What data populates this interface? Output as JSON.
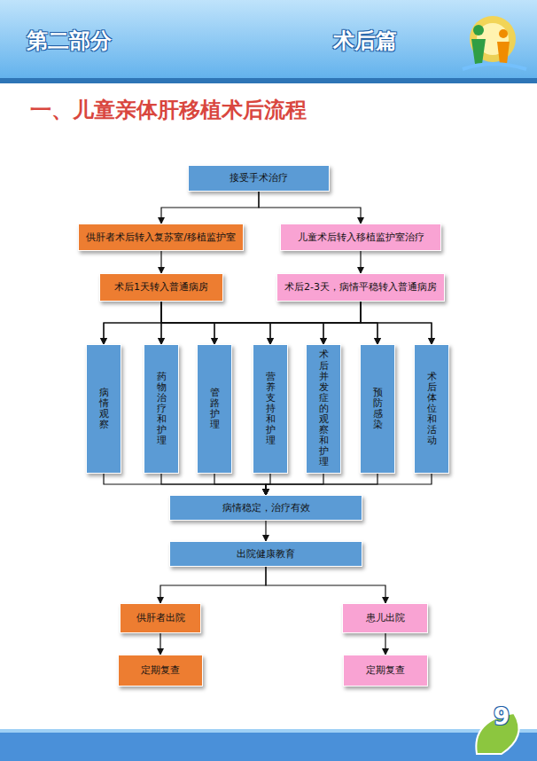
{
  "diagram": {
    "title": "一、儿童亲体肝移植术后流程",
    "nodes": [
      {
        "text": [
          "接受手术治疗"
        ]
      },
      {
        "text": [
          "供肝者术后转入复苏室/移植监护室"
        ]
      },
      {
        "text": [
          "儿童术后转入移植监护室治疗"
        ]
      },
      {
        "text": [
          "术后1天转入普通病房"
        ]
      },
      {
        "text": [
          "术后2-3天，病情平稳转入普通病房"
        ]
      },
      {
        "text": [
          "病情观察"
        ]
      },
      {
        "text": [
          "药物治疗和护理"
        ]
      },
      {
        "text": [
          "管路护理"
        ]
      },
      {
        "text": [
          "营养支持和护理"
        ]
      },
      {
        "text": [
          "术后并发症的观察和护理"
        ]
      },
      {
        "text": [
          "预防感染"
        ]
      },
      {
        "text": [
          "术后体位和活动"
        ]
      },
      {
        "text": [
          "病情稳定，治疗有效"
        ]
      },
      {
        "text": [
          "出院健康教育"
        ]
      },
      {
        "text": [
          "供肝者出院"
        ]
      },
      {
        "text": [
          "患儿出院"
        ]
      },
      {
        "text": [
          "定期复查"
        ]
      },
      {
        "text": [
          "定期复查"
        ]
      }
    ],
    "edges": [
      {
        "from": 0,
        "to": 1,
        "arrow": "to"
      },
      {
        "from": 0,
        "to": 2,
        "arrow": "to"
      },
      {
        "from": 1,
        "to": 3,
        "arrow": "to"
      },
      {
        "from": 2,
        "to": 4,
        "arrow": "to"
      },
      {
        "from": 3,
        "to": 5,
        "arrow": "to"
      },
      {
        "from": 3,
        "to": 6,
        "arrow": "to"
      },
      {
        "from": 3,
        "to": 7,
        "arrow": "to"
      },
      {
        "from": 3,
        "to": 8,
        "arrow": "to"
      },
      {
        "from": 3,
        "to": 9,
        "arrow": "to"
      },
      {
        "from": 3,
        "to": 10,
        "arrow": "to"
      },
      {
        "from": 3,
        "to": 11,
        "arrow": "to"
      },
      {
        "from": 4,
        "to": 5,
        "arrow": "to"
      },
      {
        "from": 4,
        "to": 6,
        "arrow": "to"
      },
      {
        "from": 4,
        "to": 7,
        "arrow": "to"
      },
      {
        "from": 4,
        "to": 8,
        "arrow": "to"
      },
      {
        "from": 4,
        "to": 9,
        "arrow": "to"
      },
      {
        "from": 4,
        "to": 10,
        "arrow": "to"
      },
      {
        "from": 4,
        "to": 11,
        "arrow": "to"
      },
      {
        "from": 5,
        "to": 12,
        "arrow": "to"
      },
      {
        "from": 6,
        "to": 12,
        "arrow": "to"
      },
      {
        "from": 7,
        "to": 12,
        "arrow": "to"
      },
      {
        "from": 8,
        "to": 12,
        "arrow": "to"
      },
      {
        "from": 9,
        "to": 12,
        "arrow": "to"
      },
      {
        "from": 10,
        "to": 12,
        "arrow": "to"
      },
      {
        "from": 11,
        "to": 12,
        "arrow": "to"
      },
      {
        "from": 12,
        "to": 13,
        "arrow": "to"
      },
      {
        "from": 13,
        "to": 14,
        "arrow": "to"
      },
      {
        "from": 13,
        "to": 15,
        "arrow": "to"
      },
      {
        "from": 14,
        "to": 16,
        "arrow": "to"
      },
      {
        "from": 15,
        "to": 17,
        "arrow": "to"
      }
    ],
    "labels": [
      "第二部分",
      "术后篇",
      "9"
    ]
  }
}
